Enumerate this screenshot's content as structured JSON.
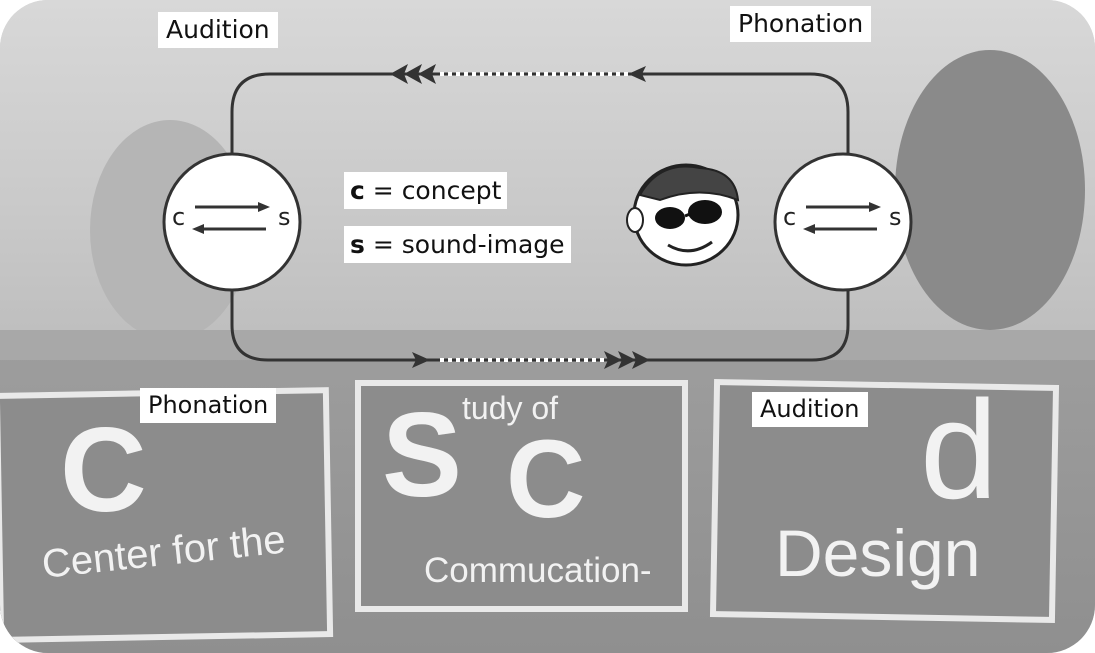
{
  "diagram": {
    "labels": {
      "audition_top": "Audition",
      "phonation_top": "Phonation",
      "phonation_bottom": "Phonation",
      "audition_bottom": "Audition"
    },
    "left_circle": {
      "concept": "c",
      "sound": "s"
    },
    "right_circle": {
      "concept": "c",
      "sound": "s"
    },
    "legend": [
      {
        "symbol": "c",
        "equals": "=",
        "meaning": "concept"
      },
      {
        "symbol": "s",
        "equals": "=",
        "meaning": "sound-image"
      }
    ]
  },
  "panels": [
    {
      "big_letter": "C",
      "caption": "Center for the"
    },
    {
      "big_letter_1": "S",
      "upper_text": "tudy of",
      "big_letter_2": "C",
      "caption": "Commucation-"
    },
    {
      "big_letter": "d",
      "caption": "Design"
    }
  ]
}
